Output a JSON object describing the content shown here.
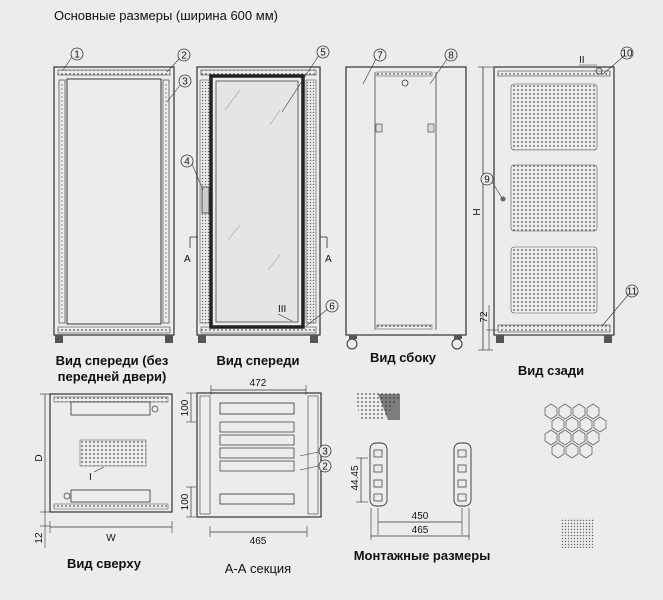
{
  "title": "Основные размеры (ширина 600 мм)",
  "captions": {
    "front_no_door": "Вид спереди (без передней двери)",
    "front": "Вид спереди",
    "side": "Вид сбоку",
    "rear": "Вид сзади",
    "top": "Вид сверху",
    "section": "А-А  секция",
    "mounting": "Монтажные размеры"
  },
  "callouts": [
    "1",
    "2",
    "3",
    "4",
    "5",
    "6",
    "7",
    "8",
    "9",
    "10",
    "11"
  ],
  "section_marks": {
    "left": "A",
    "right": "A"
  },
  "roman": {
    "i": "I",
    "ii": "II",
    "iii": "III"
  },
  "dimensions": {
    "H": "H",
    "h72": "72",
    "D": "D",
    "W": "W",
    "d12": "12",
    "d472": "472",
    "d100_top": "100",
    "d100_bottom": "100",
    "d465_section": "465",
    "d44_45": "44.45",
    "d450": "450",
    "d465_mount": "465"
  },
  "section_callouts": {
    "c3": "3",
    "c2": "2"
  }
}
